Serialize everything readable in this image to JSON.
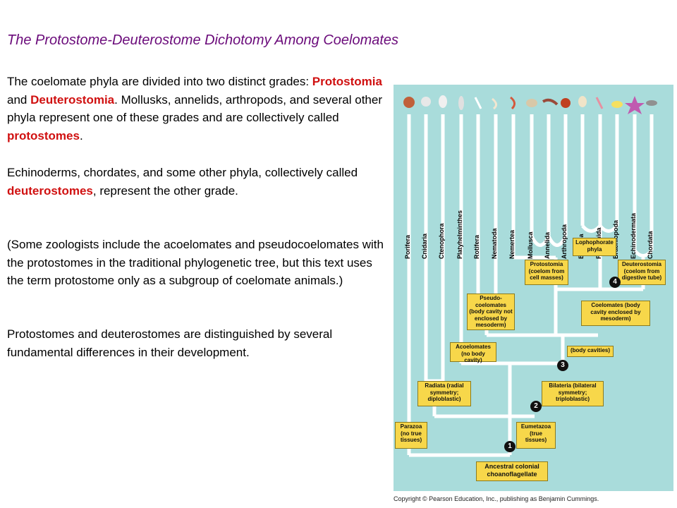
{
  "slide": {
    "title": "The Protostome-Deuterostome Dichotomy Among Coelomates",
    "p1_a": "The coelomate phyla are divided into two distinct grades: ",
    "p1_b": "Protostomia",
    "p1_c": " and ",
    "p1_d": "Deuterostomia",
    "p1_e": ". Mollusks, annelids, arthropods, and several other phyla represent one of these grades and are collectively called ",
    "p1_f": "protostomes",
    "p1_g": ".",
    "p2_a": "Echinoderms, chordates, and some other phyla, collectively called ",
    "p2_b": "deuterostomes",
    "p2_c": ", represent the other grade.",
    "p3": "(Some zoologists include the acoelomates and pseudocoelomates with the protostomes in the traditional phylogenetic tree, but this text uses the term protostome only as a subgroup of coelomate animals.)",
    "p4": "Protostomes and deuterostomes are distinguished by several fundamental differences in their development."
  },
  "tree": {
    "phyla": [
      "Porifera",
      "Cnidaria",
      "Ctenophora",
      "Platyhelminthes",
      "Rotifera",
      "Nematoda",
      "Nemertea",
      "Mollusca",
      "Annelida",
      "Arthropoda",
      "Bryozoa",
      "Phoronida",
      "Brachiopoda",
      "Echinodermata",
      "Chordata"
    ],
    "boxes": {
      "lophophorate": "Lophophorate phyla",
      "protostomia": "Protostomia (coelom from cell masses)",
      "deuterostomia": "Deuterostomia (coelom from digestive tube)",
      "pseudocoelomates": "Pseudo-coelomates (body cavity not enclosed by mesoderm)",
      "coelomates": "Coelomates (body cavity enclosed by mesoderm)",
      "acoelomates": "Acoelomates (no body cavity)",
      "body_cavities": "(body cavities)",
      "radiata": "Radiata (radial symmetry; diploblastic)",
      "bilateria": "Bilateria (bilateral symmetry; triploblastic)",
      "parazoa": "Parazoa (no true tissues)",
      "eumetazoa": "Eumetazoa (true tissues)",
      "ancestor": "Ancestral colonial choanoflagellate"
    },
    "nodes": [
      "1",
      "2",
      "3",
      "4"
    ],
    "copyright": "Copyright © Pearson Education, Inc., publishing as Benjamin Cummings.",
    "colors": {
      "background": "#a9dcdb",
      "box": "#f7d74a",
      "line": "#ffffff"
    }
  }
}
